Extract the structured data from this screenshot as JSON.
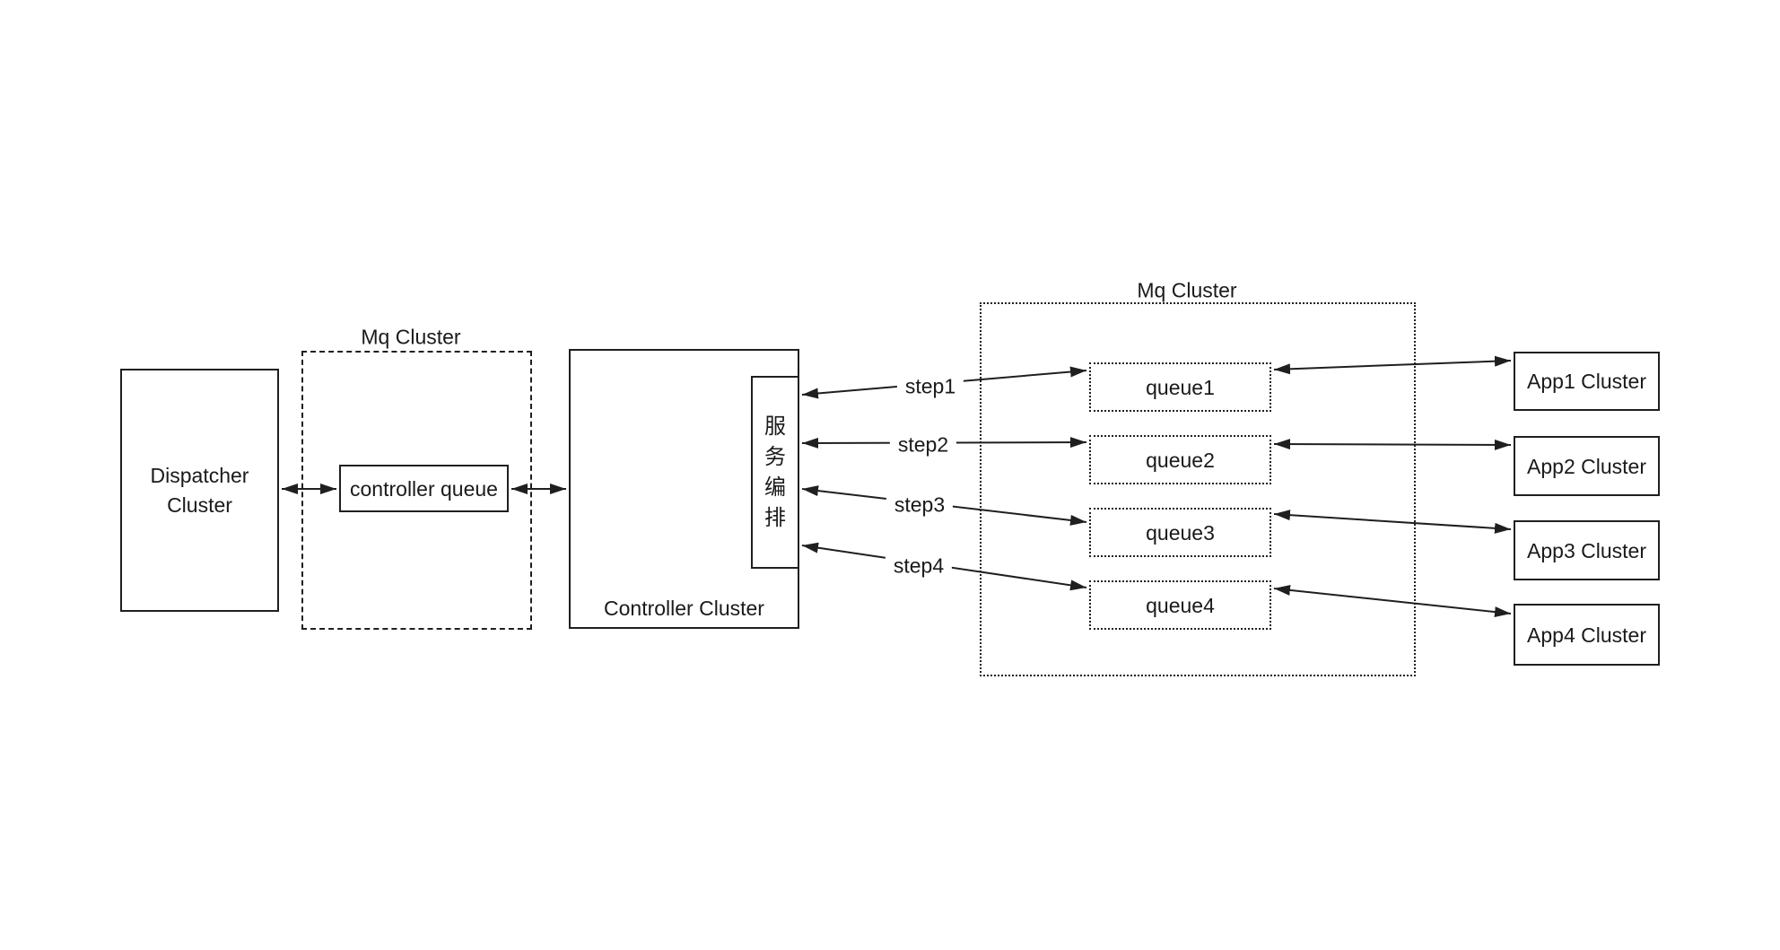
{
  "colors": {
    "background": "#ffffff",
    "stroke": "#1f1f1f",
    "text": "#1a1a1a"
  },
  "dispatcher": {
    "label": "Dispatcher Cluster"
  },
  "mq_left": {
    "title": "Mq Cluster",
    "controller_queue_label": "controller queue"
  },
  "controller": {
    "label": "Controller Cluster",
    "orchestration": "服务编排"
  },
  "steps": [
    "step1",
    "step2",
    "step3",
    "step4"
  ],
  "mq_right": {
    "title": "Mq Cluster",
    "queues": [
      "queue1",
      "queue2",
      "queue3",
      "queue4"
    ]
  },
  "apps": [
    "App1 Cluster",
    "App2 Cluster",
    "App3 Cluster",
    "App4 Cluster"
  ]
}
